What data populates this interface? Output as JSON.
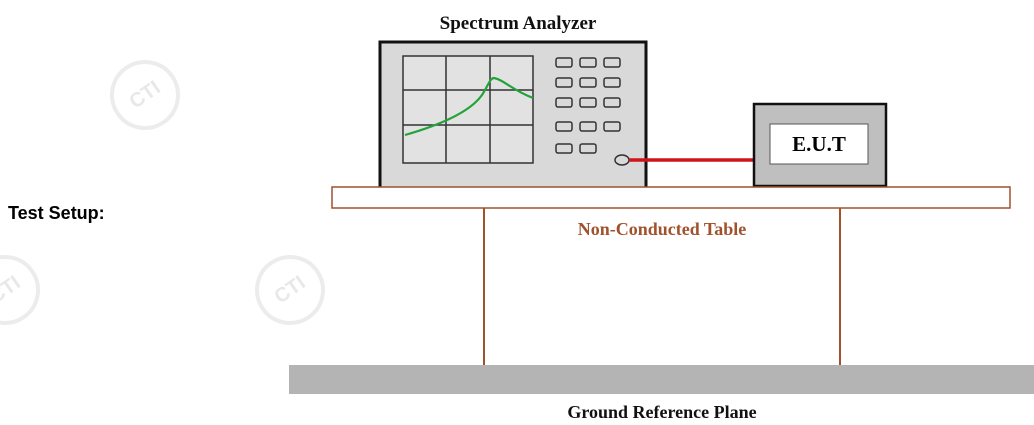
{
  "page_label": "Test Setup:",
  "diagram": {
    "analyzer_label": "Spectrum Analyzer",
    "eut_label": "E.U.T",
    "table_label": "Non-Conducted Table",
    "ground_label": "Ground Reference Plane"
  },
  "watermark": {
    "text": "CTI"
  },
  "colors": {
    "table_outline": "#a0522d",
    "table_label": "#a0522d",
    "cable": "#d0121b",
    "trace": "#22a33a",
    "ground_plane": "#b4b4b4",
    "instrument_body": "#d9d9d9",
    "eut_body": "#bfbfbf"
  }
}
